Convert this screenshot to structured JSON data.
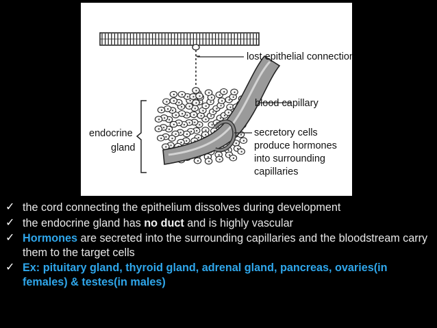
{
  "diagram": {
    "labels": {
      "lost_connection": "lost epithelial connection",
      "blood_capillary": "blood capillary",
      "secretory_1": "secretory cells",
      "secretory_2": "produce hormones",
      "secretory_3": "into surrounding",
      "secretory_4": "capillaries",
      "endocrine_1": "endocrine",
      "endocrine_2": "gland"
    }
  },
  "bullets": [
    {
      "icon": "check-icon",
      "text": "the cord connecting the epithelium dissolves during development"
    },
    {
      "icon": "check-icon",
      "pre": "the endocrine gland has ",
      "bold": "no duct",
      "post": " and is highly vascular"
    },
    {
      "icon": "check-icon",
      "bold": "Hormones",
      "post": " are secreted into the surrounding capillaries and the bloodstream carry them to the target cells"
    },
    {
      "icon": "check-icon",
      "bold": "Ex: pituitary gland, thyroid gland, adrenal gland, pancreas, ovaries(in females) & testes(in males)"
    }
  ],
  "colors": {
    "background": "#000000",
    "highlight": "#2fa6ea",
    "text": "#e8e8e8"
  }
}
